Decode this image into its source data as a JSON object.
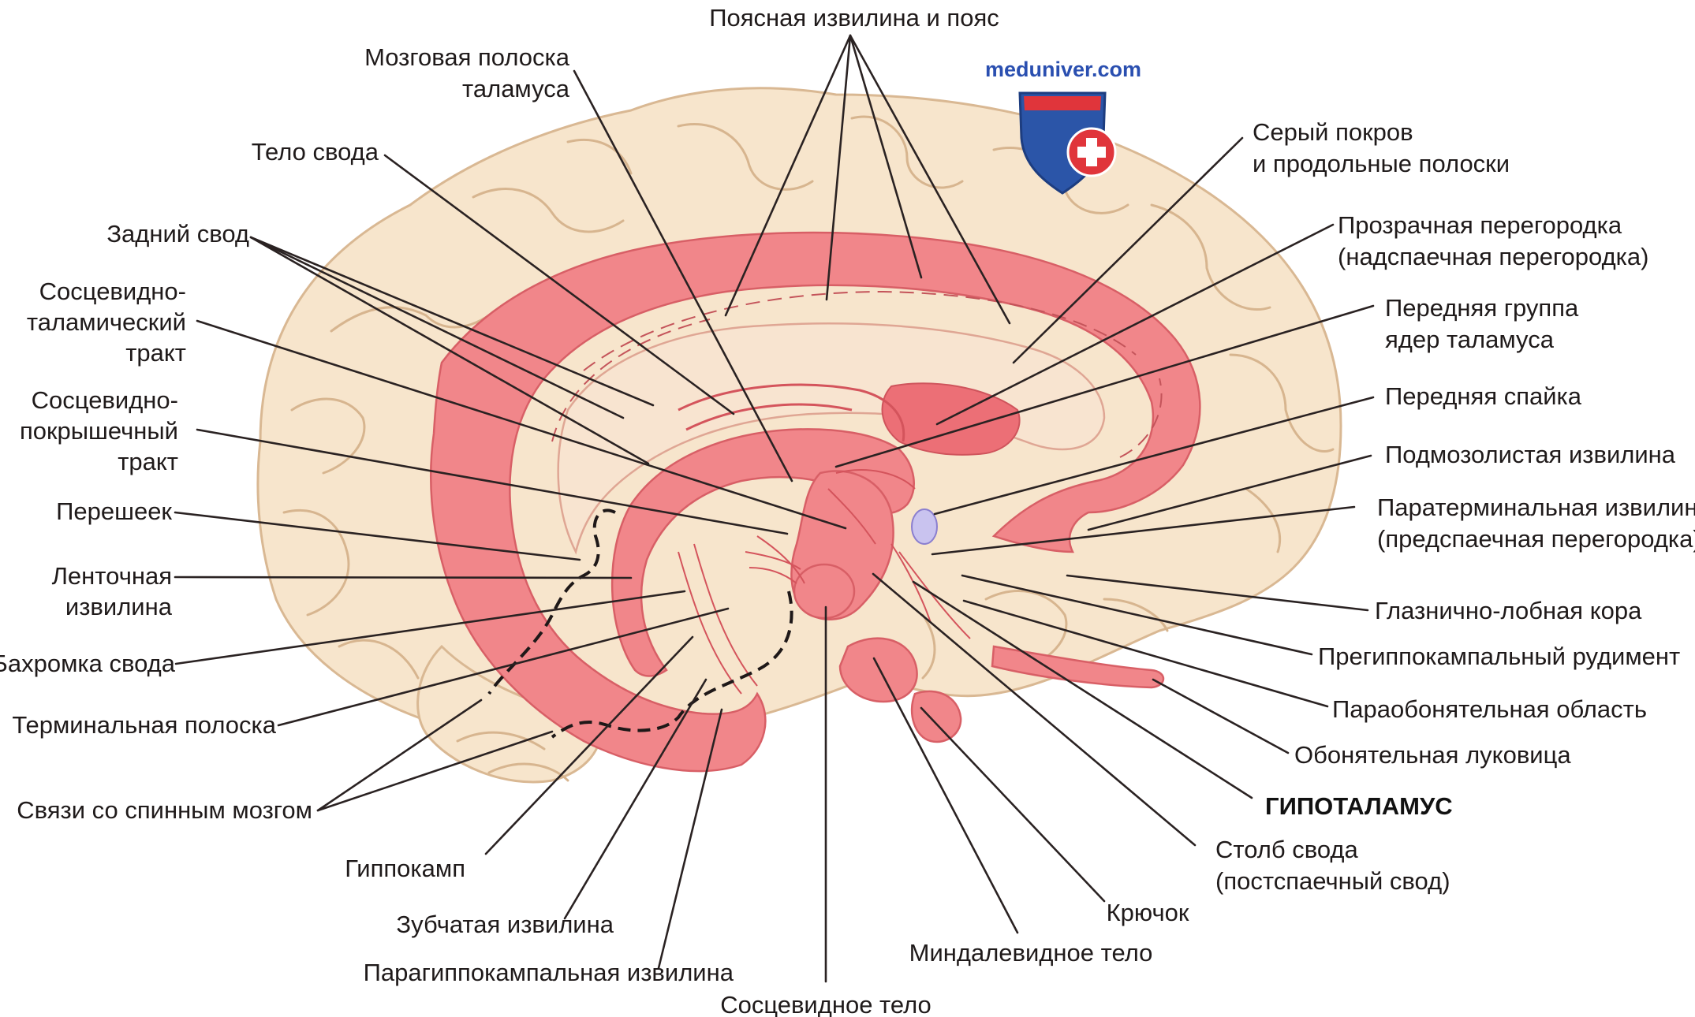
{
  "watermark": {
    "site": "meduniver.com",
    "icon": "shield-cross-icon",
    "colors": {
      "shield_blue": "#2b55a8",
      "shield_red": "#e0353b",
      "text_blue": "#2a4fb0"
    }
  },
  "colors": {
    "cortex": "#f7e5cc",
    "limbic": "#f1868a",
    "limbic_dark": "#ec6f76",
    "septum_patch": "#ec6f76",
    "anterior_commissure": "#c9c3ef"
  },
  "labels": {
    "cingulate": "Поясная извилина и пояс",
    "stria_medullaris_1": "Мозговая полоска",
    "stria_medullaris_2": "таламуса",
    "fornix_body": "Тело свода",
    "posterior_fornix": "Задний свод",
    "mammillothalamic_1": "Сосцевидно-",
    "mammillothalamic_2": "таламический",
    "mammillothalamic_3": "тракт",
    "mammillotegmental_1": "Сосцевидно-",
    "mammillotegmental_2": "покрышечный",
    "mammillotegmental_3": "тракт",
    "isthmus": "Перешеек",
    "fasciolar_1": "Ленточная",
    "fasciolar_2": "извилина",
    "fimbria": "Бахромка свода",
    "stria_terminalis": "Терминальная полоска",
    "spinal_connections": "Связи со спинным мозгом",
    "hippocampus": "Гиппокамп",
    "dentate": "Зубчатая извилина",
    "parahippocampal": "Парагиппокампальная извилина",
    "mammillary_body": "Сосцевидное тело",
    "amygdala": "Миндалевидное тело",
    "uncus": "Крючок",
    "fornix_column_1": "Столб свода",
    "fornix_column_2": "(постспаечный свод)",
    "hypothalamus": "ГИПОТАЛАМУС",
    "olfactory_bulb": "Обонятельная луковица",
    "parolfactory": "Параобонятельная область",
    "prehippocampal": "Прегиппокампальный рудимент",
    "orbitofrontal": "Глазнично-лобная кора",
    "paraterminal_1": "Паратерминальная извилина",
    "paraterminal_2": "(предспаечная перегородка)",
    "subcallosal": "Подмозолистая извилина",
    "anterior_commissure": "Передняя спайка",
    "anterior_thalamic_1": "Передняя группа",
    "anterior_thalamic_2": "ядер таламуса",
    "septum_1": "Прозрачная перегородка",
    "septum_2": "(надспаечная перегородка)",
    "indusium_1": "Серый покров",
    "indusium_2": "и продольные полоски"
  }
}
